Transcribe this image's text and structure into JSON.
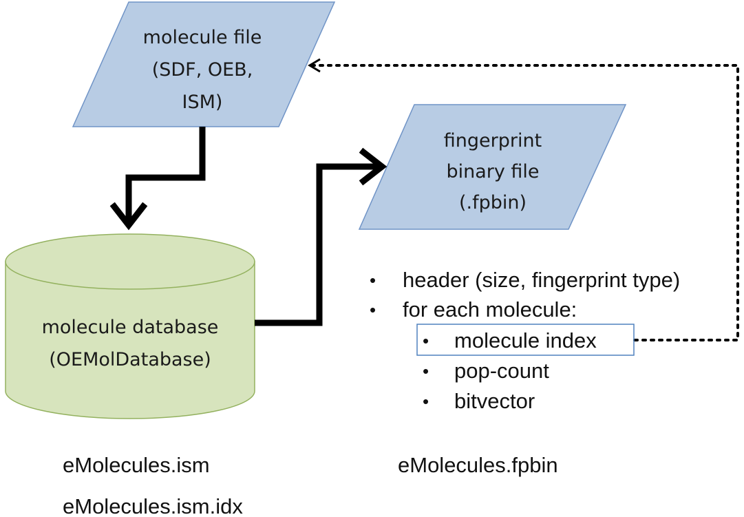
{
  "colors": {
    "file_fill": "#b8cce4",
    "file_stroke": "#6f93c6",
    "db_fill": "#d7e4bd",
    "db_stroke": "#93b15e",
    "arrow": "#000000",
    "highlight_stroke": "#4f81bd"
  },
  "molecule_file": {
    "lines": [
      "molecule file",
      "(SDF, OEB,",
      "ISM)"
    ]
  },
  "fingerprint_file": {
    "lines": [
      "fingerprint",
      "binary file",
      "(.fpbin)"
    ]
  },
  "database": {
    "lines": [
      "molecule database",
      "(OEMolDatabase)"
    ]
  },
  "fpbin_contents": {
    "bullet": "•",
    "items": [
      "header (size, fingerprint type)",
      "for each molecule:"
    ],
    "subitems": [
      "molecule index",
      "pop-count",
      "bitvector"
    ]
  },
  "example_files": {
    "database": [
      "eMolecules.ism",
      "eMolecules.ism.idx"
    ],
    "fingerprint": "eMolecules.fpbin"
  }
}
